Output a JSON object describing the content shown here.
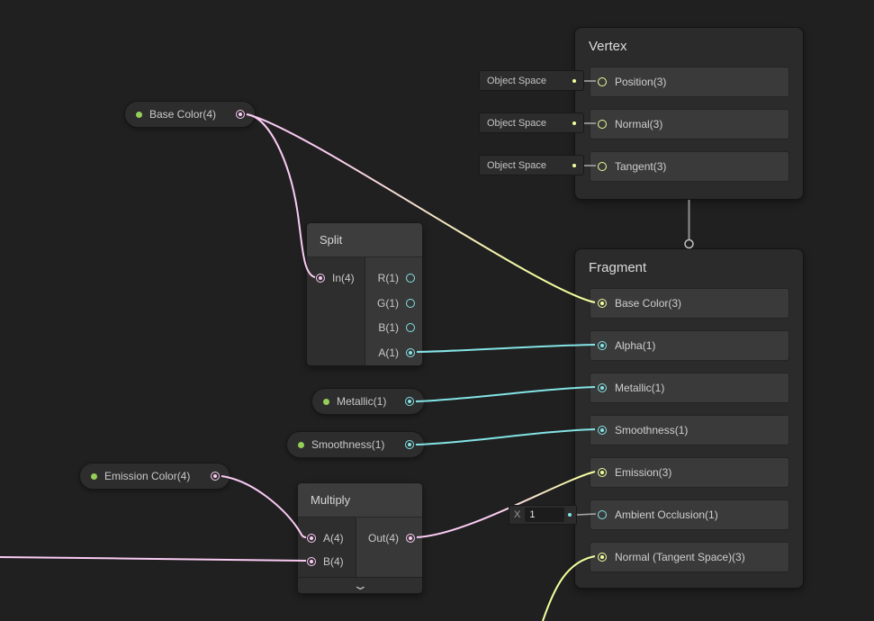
{
  "colors": {
    "background": "#202020",
    "vector4_pink": "#FBCBF4",
    "vector3_yellow": "#F4FF9E",
    "float_cyan": "#84E4E7",
    "property_dot_green": "#95CE58",
    "stub_gray": "#ABABAB"
  },
  "vertex_node": {
    "title": "Vertex",
    "rows": [
      {
        "label": "Position(3)",
        "space": "Object Space"
      },
      {
        "label": "Normal(3)",
        "space": "Object Space"
      },
      {
        "label": "Tangent(3)",
        "space": "Object Space"
      }
    ]
  },
  "fragment_node": {
    "title": "Fragment",
    "rows": [
      {
        "label": "Base Color(3)"
      },
      {
        "label": "Alpha(1)"
      },
      {
        "label": "Metallic(1)"
      },
      {
        "label": "Smoothness(1)"
      },
      {
        "label": "Emission(3)"
      },
      {
        "label": "Ambient Occlusion(1)"
      },
      {
        "label": "Normal (Tangent Space)(3)"
      }
    ]
  },
  "ambient_occlusion_input": {
    "label": "X",
    "value": "1"
  },
  "property_nodes": {
    "base_color": "Base Color(4)",
    "metallic": "Metallic(1)",
    "smoothness": "Smoothness(1)",
    "emission_color": "Emission Color(4)"
  },
  "split_node": {
    "title": "Split",
    "input": "In(4)",
    "outputs": [
      "R(1)",
      "G(1)",
      "B(1)",
      "A(1)"
    ]
  },
  "multiply_node": {
    "title": "Multiply",
    "input_a": "A(4)",
    "input_b": "B(4)",
    "output": "Out(4)",
    "collapse_glyph": "⌄"
  }
}
